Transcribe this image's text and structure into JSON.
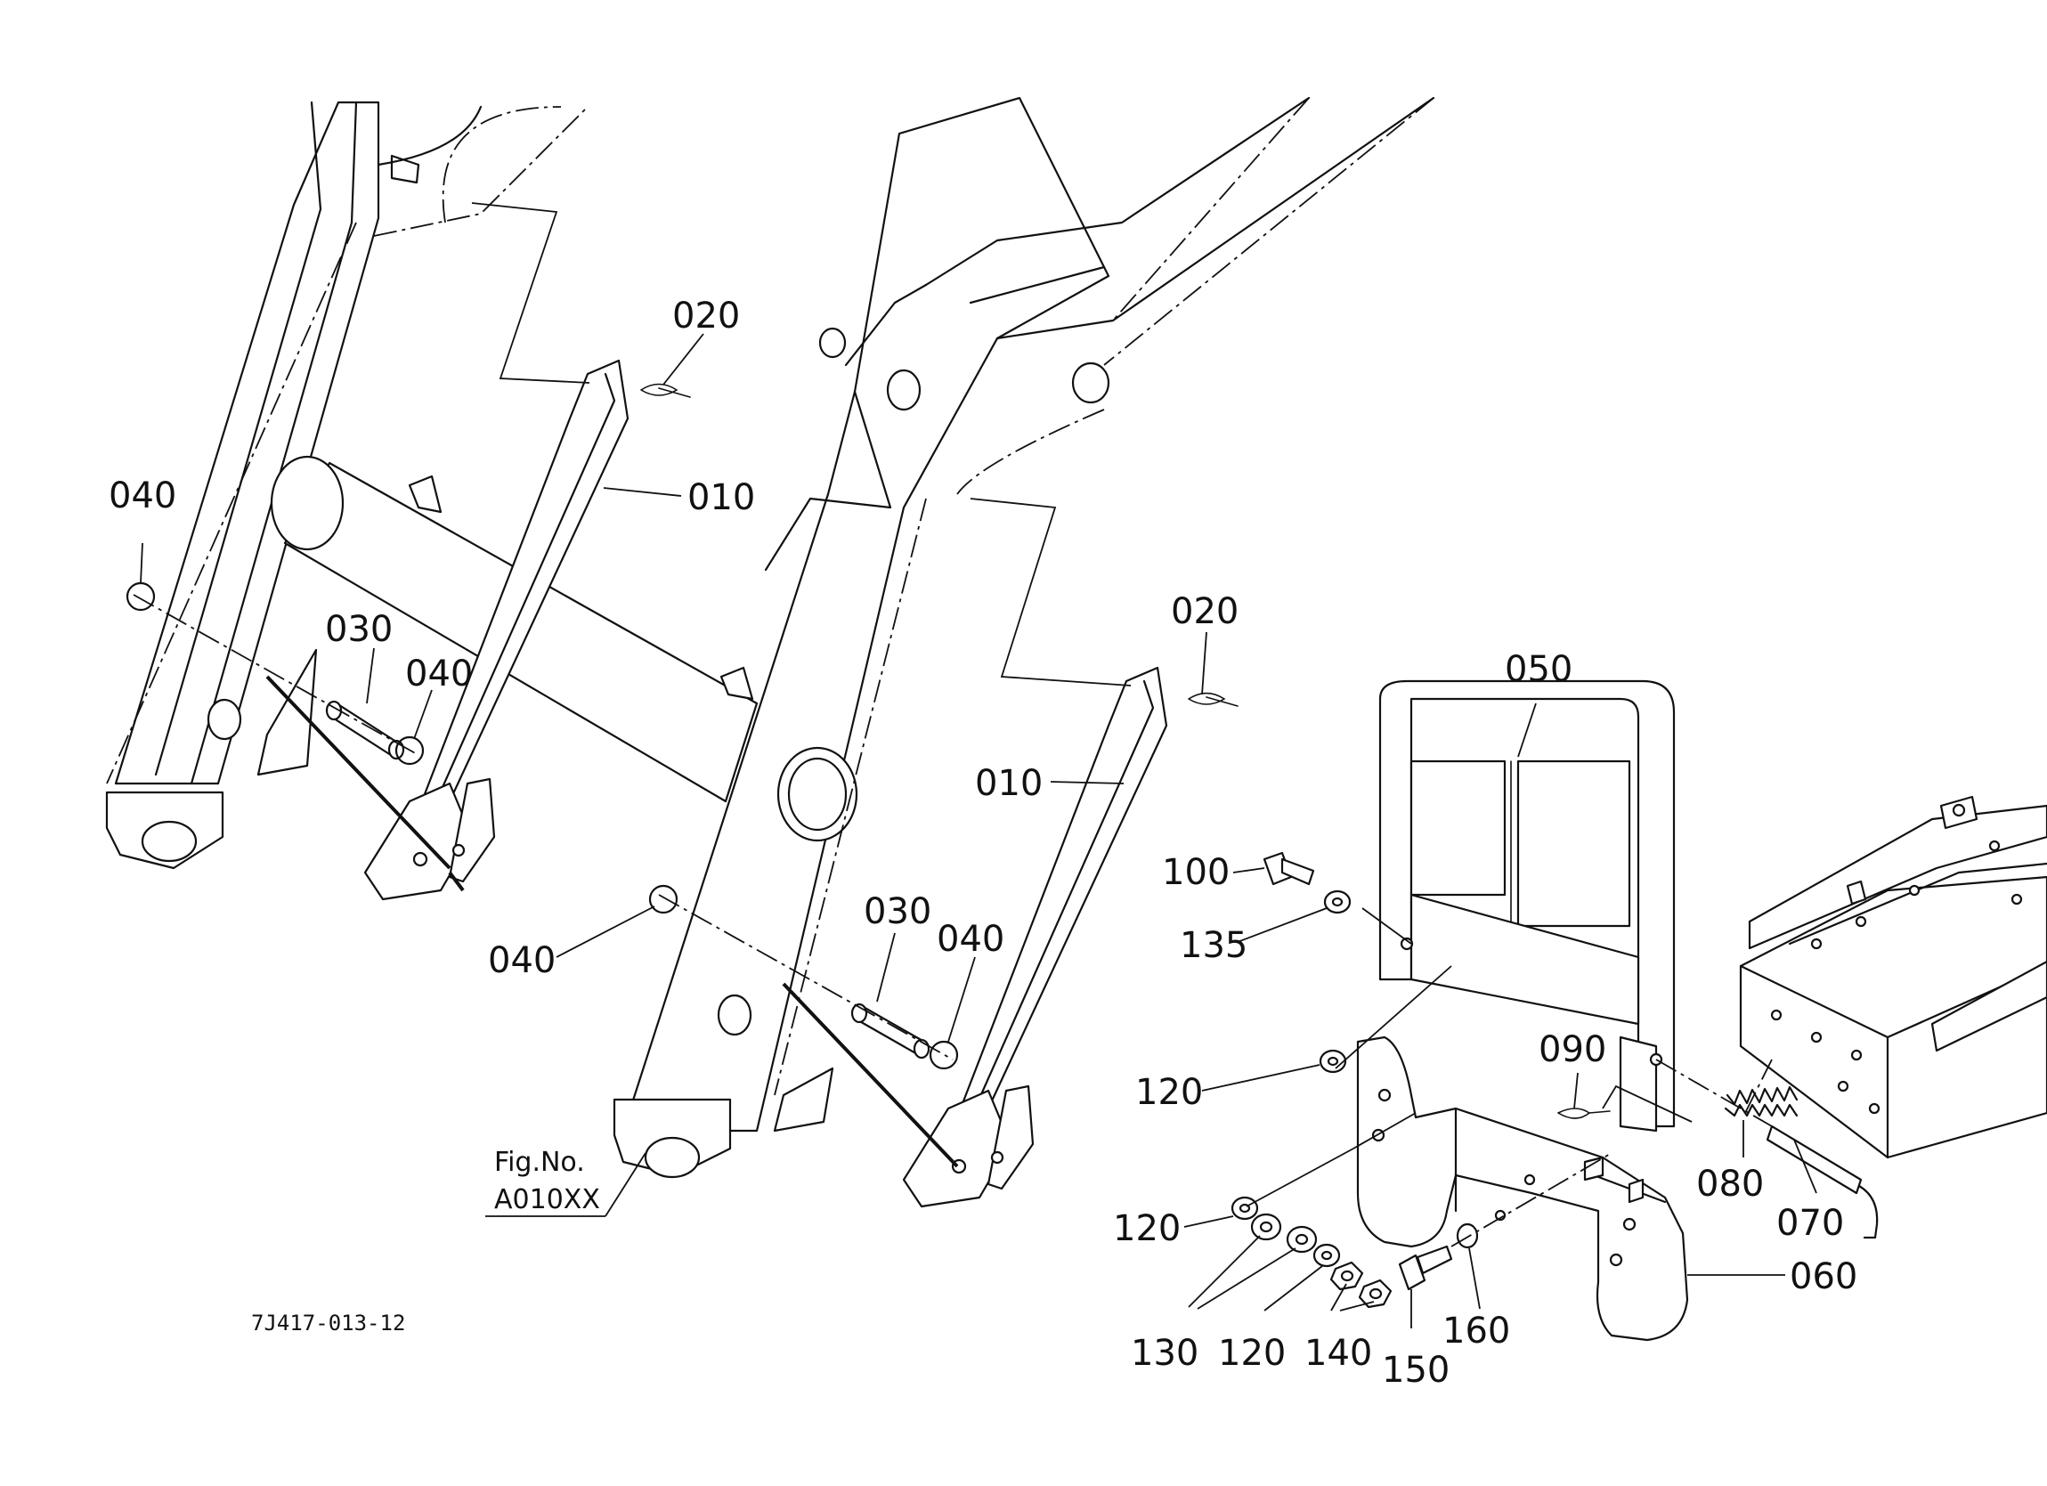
{
  "callouts": [
    {
      "id": "c020a",
      "text": "020"
    },
    {
      "id": "c010a",
      "text": "010"
    },
    {
      "id": "c040a",
      "text": "040"
    },
    {
      "id": "c030a",
      "text": "030"
    },
    {
      "id": "c040b",
      "text": "040"
    },
    {
      "id": "c020b",
      "text": "020"
    },
    {
      "id": "c010b",
      "text": "010"
    },
    {
      "id": "c030b",
      "text": "030"
    },
    {
      "id": "c040c",
      "text": "040"
    },
    {
      "id": "c040d",
      "text": "040"
    },
    {
      "id": "c050",
      "text": "050"
    },
    {
      "id": "c100",
      "text": "100"
    },
    {
      "id": "c135",
      "text": "135"
    },
    {
      "id": "c090",
      "text": "090"
    },
    {
      "id": "c120a",
      "text": "120"
    },
    {
      "id": "c080",
      "text": "080"
    },
    {
      "id": "c070",
      "text": "070"
    },
    {
      "id": "c120b",
      "text": "120"
    },
    {
      "id": "c060",
      "text": "060"
    },
    {
      "id": "c160",
      "text": "160"
    },
    {
      "id": "c130",
      "text": "130"
    },
    {
      "id": "c120c",
      "text": "120"
    },
    {
      "id": "c140",
      "text": "140"
    },
    {
      "id": "c150",
      "text": "150"
    }
  ],
  "figure_ref": {
    "line1": "Fig.No.",
    "line2": "A010XX"
  },
  "drawing_number": "7J417-013-12"
}
